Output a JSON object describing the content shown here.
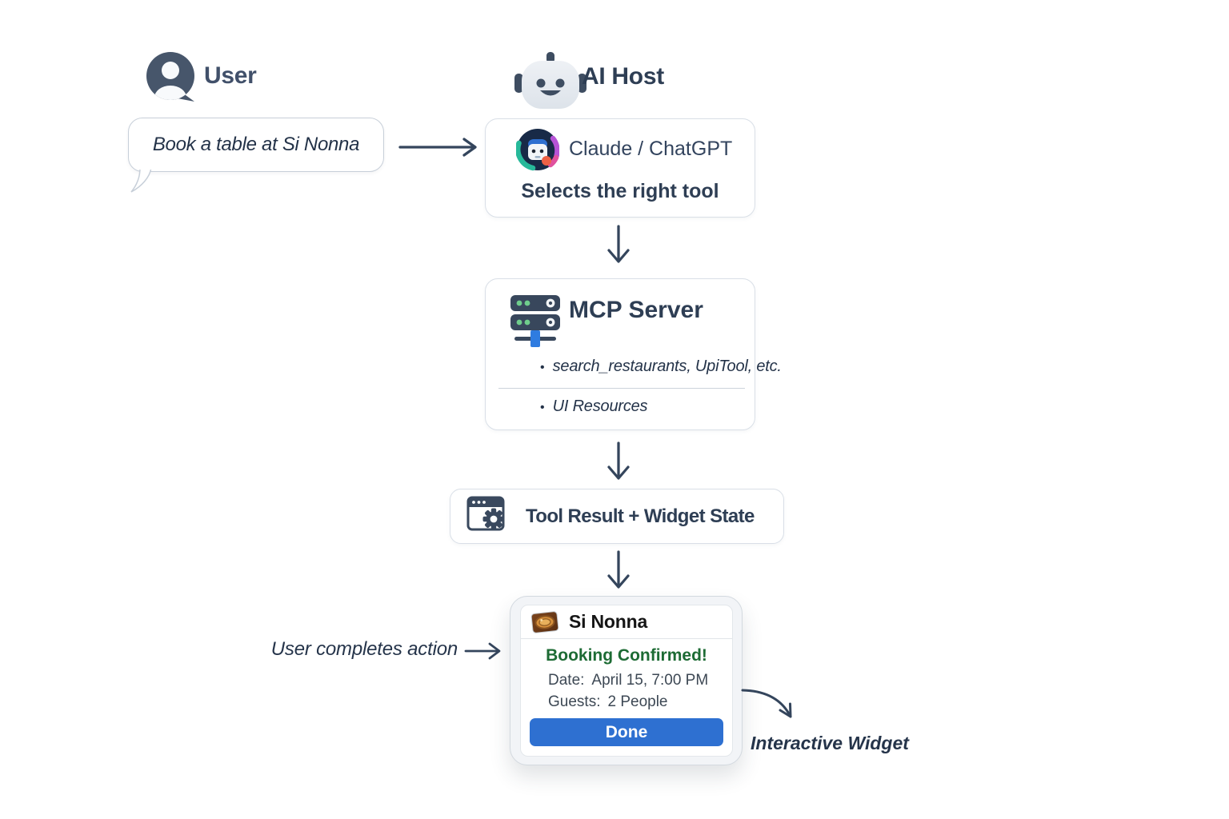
{
  "user": {
    "label": "User",
    "message": "Book a table at Si Nonna"
  },
  "ai_host": {
    "label": "AI Host",
    "model": "Claude / ChatGPT",
    "action": "Selects the right tool"
  },
  "mcp_server": {
    "title": "MCP Server",
    "items": [
      "search_restaurants, UpiTool, etc.",
      "UI Resources"
    ]
  },
  "tool_result": {
    "label": "Tool Result + Widget State"
  },
  "widget": {
    "title": "Si Nonna",
    "status": "Booking Confirmed!",
    "date_label": "Date:",
    "date_value": "April 15, 7:00 PM",
    "guests_label": "Guests:",
    "guests_value": "2 People",
    "button": "Done"
  },
  "annotations": {
    "user_action": "User completes action",
    "interactive_widget": "Interactive Widget"
  },
  "icons": {
    "user": "user-avatar-icon",
    "ai_host": "robot-icon",
    "model": "bot-avatar-icon",
    "mcp": "server-rack-icon",
    "tool_result": "browser-gear-icon",
    "widget": "pizza-dish-icon"
  },
  "colors": {
    "ink": "#2e3e54",
    "arrow": "#34455c",
    "accent_blue": "#2e70d1",
    "success_green": "#1d6b34",
    "server_dot_green": "#6fcd8c",
    "server_cable_blue": "#2f7ce0",
    "box_border": "#d9dfe7",
    "widget_frame_bg": "#f2f4f7"
  }
}
